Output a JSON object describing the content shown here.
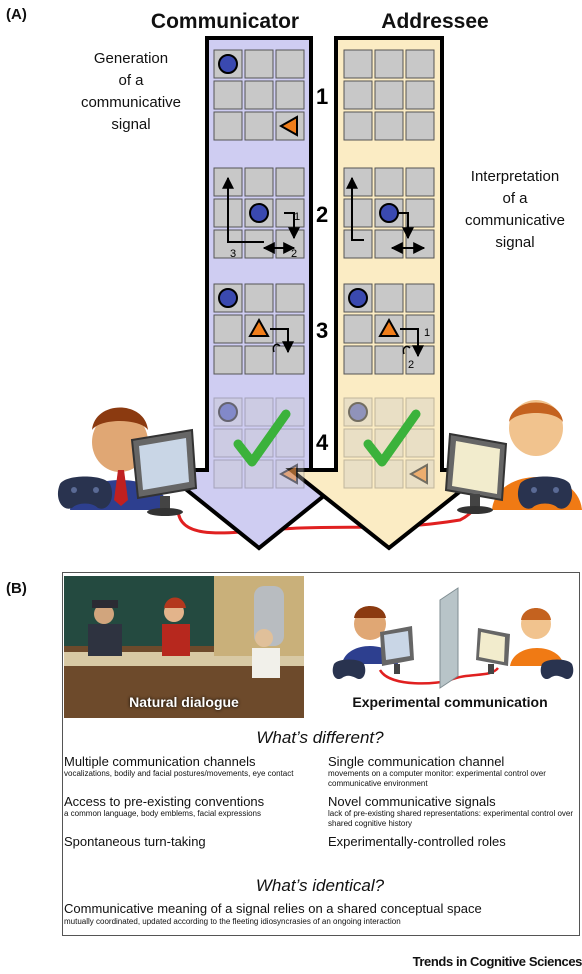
{
  "panel_a": {
    "label": "(A)",
    "communicator_title": "Communicator",
    "addressee_title": "Addressee",
    "generation_lines": [
      "Generation",
      "of a",
      "communicative",
      "signal"
    ],
    "interpretation_lines": [
      "Interpretation",
      "of a",
      "communicative",
      "signal"
    ],
    "steps": [
      "1",
      "2",
      "3",
      "4"
    ],
    "path_labels_communicator": [
      "1",
      "2",
      "3"
    ],
    "path_labels_addressee": [
      "1",
      "2"
    ],
    "colors": {
      "communicator_arrow": "#cfcdf2",
      "addressee_arrow": "#fbecc4",
      "cell": "#c8c8c8",
      "circle": "#3a49b0",
      "triangle": "#f07d1a",
      "check": "#3bb23b",
      "cable": "#e02020"
    }
  },
  "panel_b": {
    "label": "(B)",
    "natural_caption": "Natural dialogue",
    "experimental_caption": "Experimental communication",
    "diff_question": "What’s different?",
    "same_question": "What’s identical?",
    "left_items": [
      {
        "heading": "Multiple communication channels",
        "detail": "vocalizations, bodily and facial postures/movements, eye contact"
      },
      {
        "heading": "Access to pre-existing conventions",
        "detail": "a common language, body emblems, facial expressions"
      },
      {
        "heading": "Spontaneous turn-taking",
        "detail": ""
      }
    ],
    "right_items": [
      {
        "heading": "Single communication channel",
        "detail": "movements on a computer monitor: experimental control over communicative environment"
      },
      {
        "heading": "Novel communicative signals",
        "detail": "lack of pre-existing shared representations: experimental control over shared cognitive history"
      },
      {
        "heading": "Experimentally-controlled roles",
        "detail": ""
      }
    ],
    "identical_heading": "Communicative meaning of a signal relies on a shared conceptual space",
    "identical_detail": "mutually coordinated, updated according to the fleeting idiosyncrasies of an ongoing interaction"
  },
  "footer": {
    "journal": "Trends in Cognitive Sciences"
  }
}
